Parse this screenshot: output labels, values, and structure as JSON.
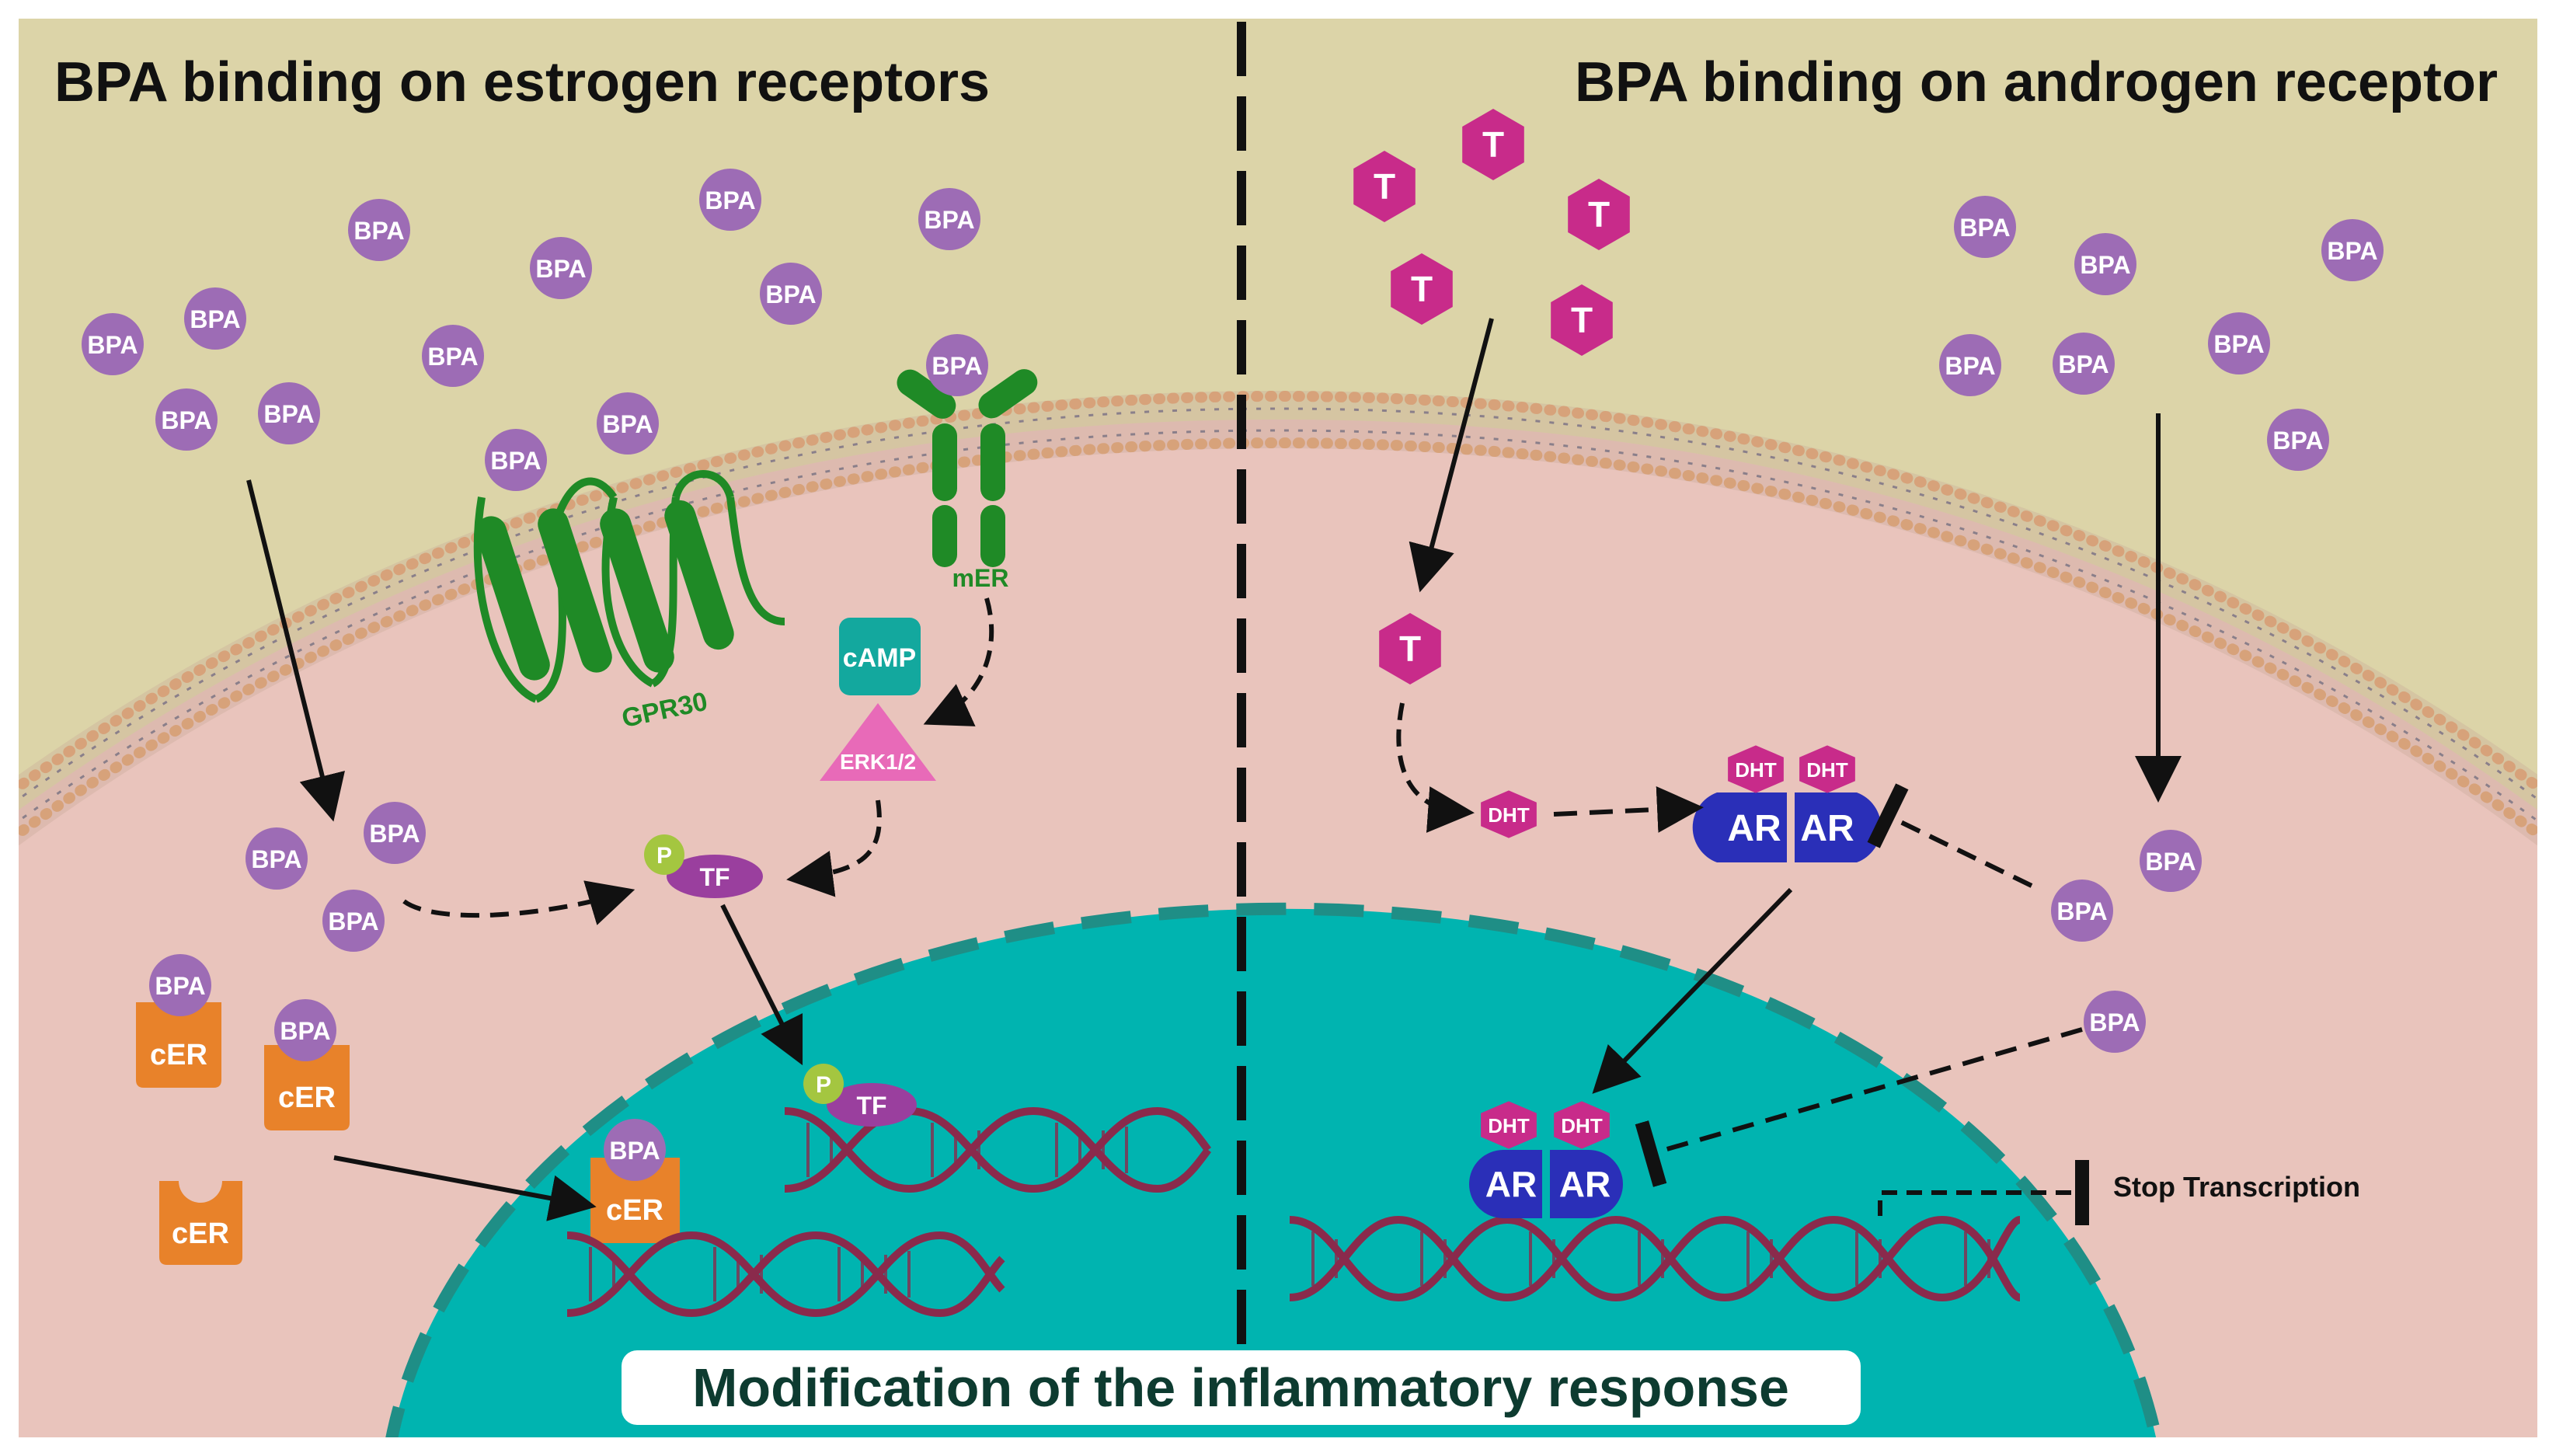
{
  "titles": {
    "left": "BPA binding on estrogen receptors",
    "right": "BPA binding on androgen receptor",
    "bottom": "Modification of the inflammatory response"
  },
  "labels": {
    "bpa": "BPA",
    "testosterone": "T",
    "dht": "DHT",
    "ar": "AR",
    "cer": "cER",
    "tf": "TF",
    "phosphate": "P",
    "camp": "cAMP",
    "erk": "ERK1/2",
    "mer": "mER",
    "gpr30": "GPR30",
    "stop_transcription": "Stop Transcription"
  },
  "colors": {
    "extracellular": "#dcd4a8",
    "cytoplasm": "#e9c4bc",
    "nucleus": "#00b4b0",
    "nucleus_border": "#1f8e86",
    "bpa": "#9d6cb5",
    "testosterone": "#c82b8a",
    "dht": "#c82b8a",
    "ar": "#2a2fb8",
    "cer": "#e8822a",
    "receptor_green": "#1f8a26",
    "camp": "#13a89e",
    "erk": "#e86ab8",
    "tf": "#9a3f9e",
    "phosphate": "#a4c640",
    "dna": "#8a2a4c",
    "title_dark": "#0d3b30"
  }
}
